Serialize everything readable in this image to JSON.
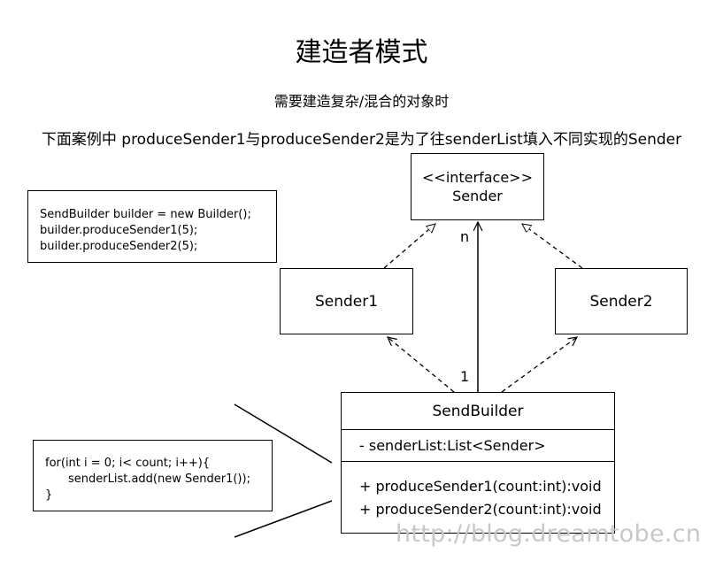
{
  "title": "建造者模式",
  "subtitle": "需要建造复杂/混合的对象时",
  "description": "下面案例中 produceSender1与produceSender2是为了往senderList填入不同实现的Sender",
  "interface_box": {
    "stereotype": "<<interface>>",
    "name": "Sender"
  },
  "sender1": {
    "name": "Sender1"
  },
  "sender2": {
    "name": "Sender2"
  },
  "code_note": {
    "line1": "SendBuilder builder = new Builder();",
    "line2": "builder.produceSender1(5);",
    "line3": "builder.produceSender2(5);"
  },
  "loop_note": {
    "line1": "for(int i = 0; i< count; i++){",
    "line2": "senderList.add(new Sender1());",
    "line3": "}"
  },
  "send_builder": {
    "name": "SendBuilder",
    "attribute": "- senderList:List<Sender>",
    "op1": "+ produceSender1(count:int):void",
    "op2": "+ produceSender2(count:int):void"
  },
  "multiplicity": {
    "many": "n",
    "one": "1"
  },
  "watermark": "http://blog.dreamtobe.cn"
}
